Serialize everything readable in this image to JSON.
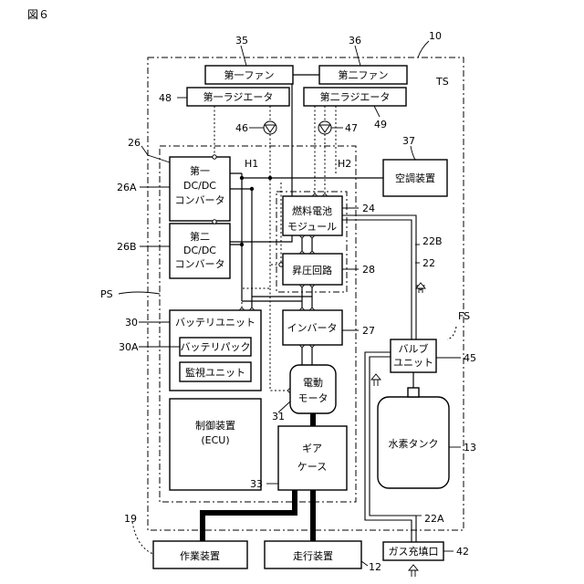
{
  "figure_label": "図６",
  "labels": {
    "h1": "H1",
    "h2": "H2"
  },
  "components": {
    "first_fan": "第一ファン",
    "second_fan": "第二ファン",
    "first_radiator": "第一ラジエータ",
    "second_radiator": "第二ラジエータ",
    "first_dcdc": [
      "第一",
      "DC/DC",
      "コンバータ"
    ],
    "second_dcdc": [
      "第二",
      "DC/DC",
      "コンバータ"
    ],
    "fuel_cell": [
      "燃料電池",
      "モジュール"
    ],
    "boost_circuit": "昇圧回路",
    "air_conditioner": "空調装置",
    "battery_unit": "バッテリユニット",
    "battery_pack": "バッテリパック",
    "monitor_unit": "監視ユニット",
    "inverter": "インバータ",
    "motor": [
      "電動",
      "モータ"
    ],
    "ecu": [
      "制御装置",
      "(ECU)"
    ],
    "gear_case": [
      "ギア",
      "ケース"
    ],
    "work_device": "作業装置",
    "travel_device": "走行装置",
    "hydrogen_tank": "水素タンク",
    "valve_unit": [
      "バルブ",
      "ユニット"
    ],
    "gas_fill_port": "ガス充填口"
  },
  "refs": {
    "r35": "35",
    "r36": "36",
    "r10": "10",
    "ts": "TS",
    "r48": "48",
    "r46": "46",
    "r47": "47",
    "r49": "49",
    "r37": "37",
    "r26": "26",
    "r26a": "26A",
    "r26b": "26B",
    "r24": "24",
    "r22b": "22B",
    "r22": "22",
    "r28": "28",
    "ps": "PS",
    "r30": "30",
    "r30a": "30A",
    "r27": "27",
    "fs": "FS",
    "r45": "45",
    "r31": "31",
    "r13": "13",
    "r33": "33",
    "r22a": "22A",
    "r19": "19",
    "r42": "42",
    "r12": "12"
  }
}
